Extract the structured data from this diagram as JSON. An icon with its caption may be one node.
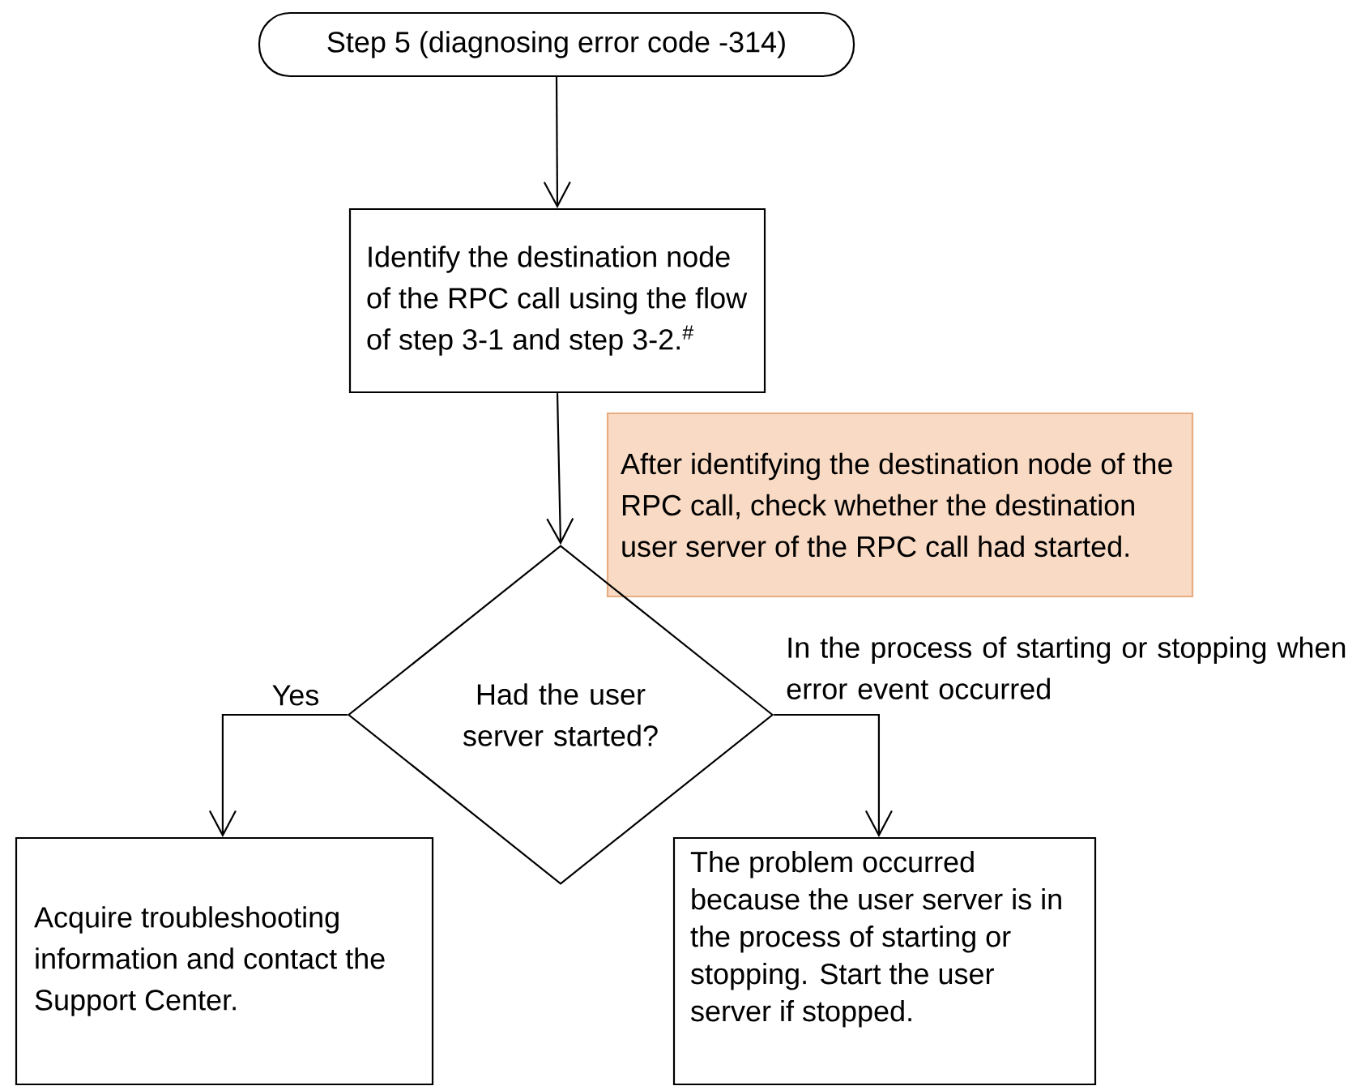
{
  "diagram": {
    "nodes": [
      {
        "text": [
          "Step 5 (diagnosing error code -314)"
        ]
      },
      {
        "text": [
          "Identify the destination node of the RPC call using the flow of step 3-1 and step 3-2.$^{#}$"
        ]
      },
      {
        "text": [
          "After identifying the destination node of the RPC call, check whether the destination user server of the RPC call had started."
        ]
      },
      {
        "text": [
          "Had the user server started?"
        ]
      },
      {
        "text": [
          "Acquire troubleshooting information and contact the Support Center."
        ]
      },
      {
        "text": [
          "The problem occurred because the user server is in the process of starting or stopping. Start the user server if stopped."
        ]
      }
    ],
    "edges": [
      {
        "from": 0,
        "to": 1,
        "arrow": "to"
      },
      {
        "from": 1,
        "to": 3,
        "arrow": "to"
      },
      {
        "from": 3,
        "to": 4,
        "arrow": "to",
        "label": "Yes"
      },
      {
        "from": 3,
        "to": 5,
        "arrow": "to",
        "label": "In the process of starting or stopping when error event occurred"
      }
    ]
  }
}
